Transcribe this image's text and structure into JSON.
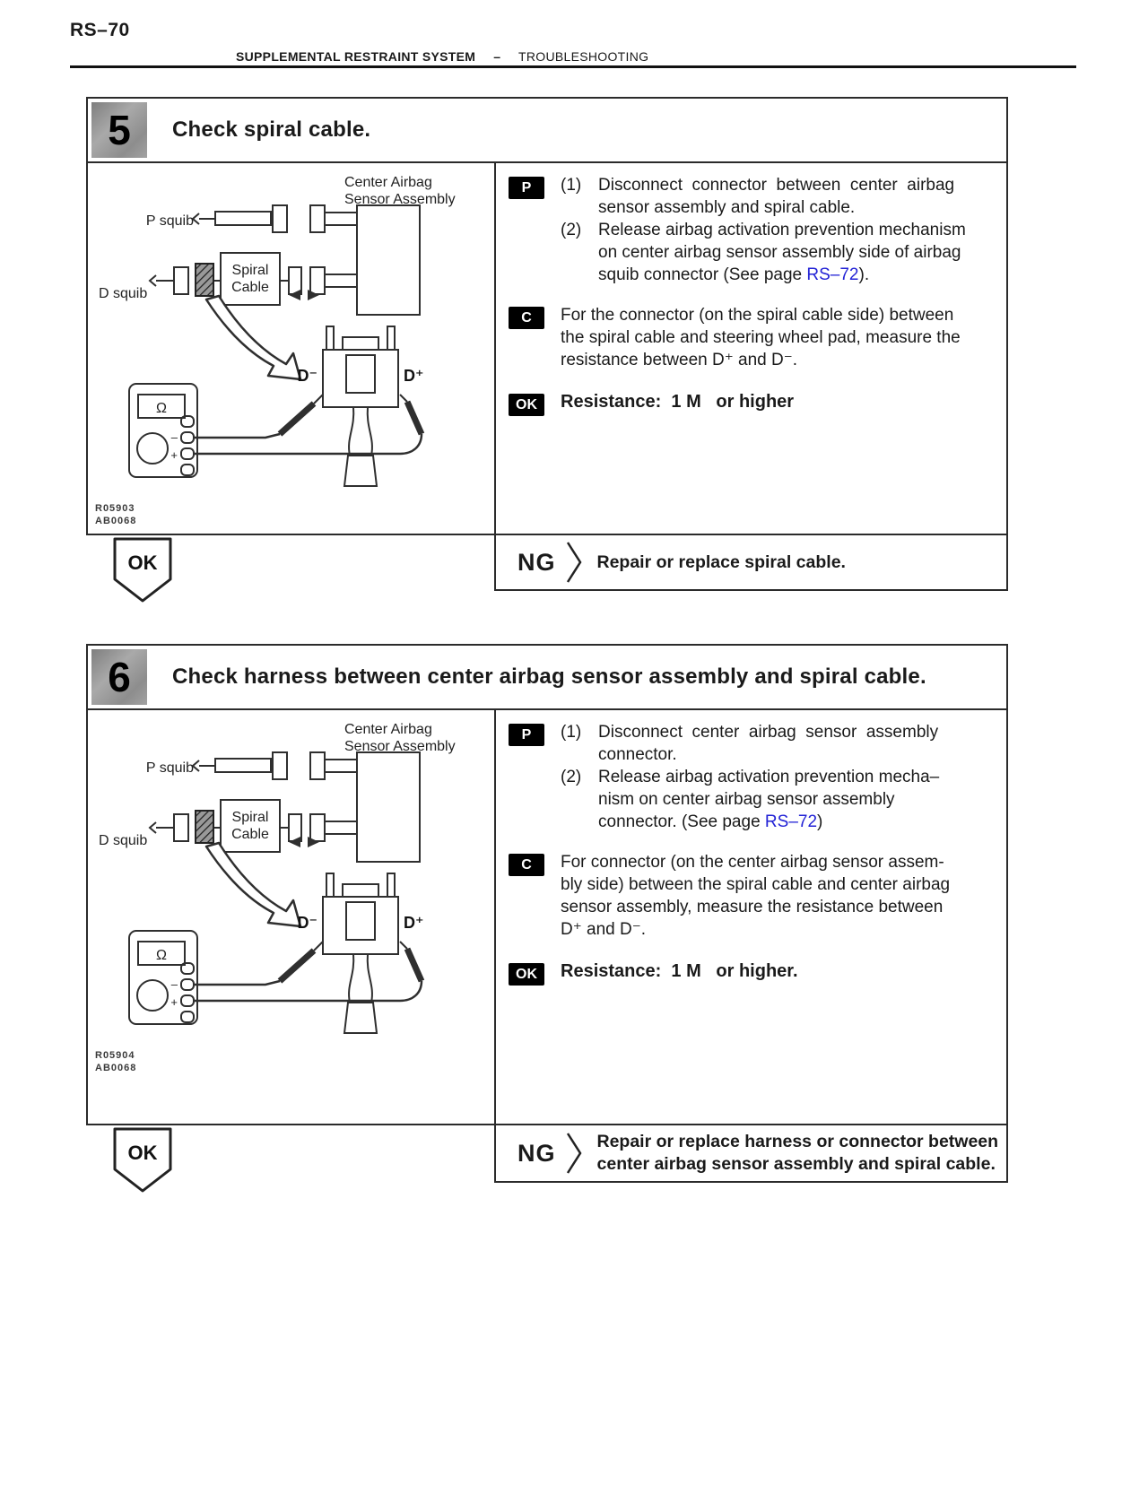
{
  "page": {
    "number": "RS–70",
    "section": "SUPPLEMENTAL RESTRAINT SYSTEM",
    "separator": "–",
    "subsection": "TROUBLESHOOTING"
  },
  "colors": {
    "text": "#1a1a1a",
    "link": "#2323d6",
    "badge_bg": "#000000",
    "badge_fg": "#ffffff",
    "number_tile_bg": "#9a9a9a",
    "border": "#2b2b2b"
  },
  "steps": [
    {
      "number": "5",
      "title": "Check spiral cable.",
      "diagram": {
        "sensor_assembly_line1": "Center Airbag",
        "sensor_assembly_line2": "Sensor Assembly",
        "p_squib": "P squib",
        "d_squib": "D squib",
        "spiral_line1": "Spiral",
        "spiral_line2": "Cable",
        "d_minus": "D⁻",
        "d_plus": "D⁺",
        "meter_display": "Ω",
        "meter_minus": "–",
        "meter_plus": "+",
        "figure_code_line1": "R05903",
        "figure_code_line2": "AB0068"
      },
      "prep": {
        "badge": "P",
        "items": [
          {
            "num": "(1)",
            "text": "Disconnect  connector  between  center  airbag\nsensor assembly and spiral cable."
          },
          {
            "num": "(2)",
            "text": "Release airbag activation prevention mechanism\non center airbag sensor assembly side of airbag\nsquib connector (See page ",
            "link": "RS–72",
            "after": ")."
          }
        ]
      },
      "check": {
        "badge": "C",
        "text": "For the connector (on the spiral cable side) between\nthe spiral cable and steering wheel pad, measure the\nresistance between D⁺ and D⁻."
      },
      "ok": {
        "badge": "OK",
        "text": "Resistance:  1 M   or higher"
      },
      "ng": {
        "label": "NG",
        "text": "Repair or replace spiral cable."
      },
      "ok_arrow_label": "OK"
    },
    {
      "number": "6",
      "title": "Check harness between center airbag sensor assembly and spiral cable.",
      "diagram": {
        "sensor_assembly_line1": "Center Airbag",
        "sensor_assembly_line2": "Sensor Assembly",
        "p_squib": "P squib",
        "d_squib": "D squib",
        "spiral_line1": "Spiral",
        "spiral_line2": "Cable",
        "d_minus": "D⁻",
        "d_plus": "D⁺",
        "meter_display": "Ω",
        "meter_minus": "–",
        "meter_plus": "+",
        "figure_code_line1": "R05904",
        "figure_code_line2": "AB0068"
      },
      "prep": {
        "badge": "P",
        "items": [
          {
            "num": "(1)",
            "text": "Disconnect  center  airbag  sensor  assembly\nconnector."
          },
          {
            "num": "(2)",
            "text": "Release airbag activation prevention mecha–\nnism on center airbag sensor assembly\nconnector. (See page ",
            "link": "RS–72",
            "after": ")"
          }
        ]
      },
      "check": {
        "badge": "C",
        "text": "For connector (on the center airbag sensor assem-\nbly side) between the spiral cable and center airbag\nsensor assembly, measure the resistance between\nD⁺ and D⁻."
      },
      "ok": {
        "badge": "OK",
        "text": "Resistance:  1 M   or higher."
      },
      "ng": {
        "label": "NG",
        "text": "Repair or replace harness or connector between\ncenter airbag sensor assembly and spiral cable."
      },
      "ok_arrow_label": "OK"
    }
  ]
}
